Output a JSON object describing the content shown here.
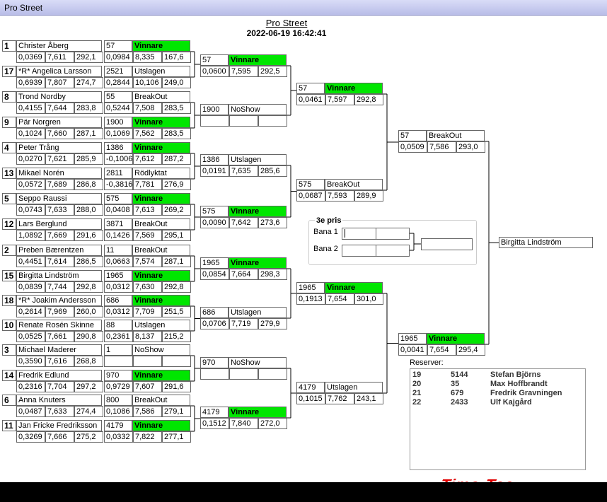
{
  "app_title": "Pro Street",
  "page": {
    "title": "Pro Street",
    "datetime": "2022-06-19 16:42:41"
  },
  "round1": [
    {
      "seed": "1",
      "name": "Christer Åberg",
      "stats": [
        "0,0369",
        "7,611",
        "292,1"
      ],
      "no": "57",
      "result": "Vinnare",
      "rstats": [
        "0,0984",
        "8,335",
        "167,6"
      ]
    },
    {
      "seed": "17",
      "name": "*R* Angelica Larsson",
      "stats": [
        "0,6939",
        "7,807",
        "274,7"
      ],
      "no": "2521",
      "result": "Utslagen",
      "rstats": [
        "0,2844",
        "10,106",
        "249,0"
      ]
    },
    {
      "seed": "8",
      "name": "Trond Nordby",
      "stats": [
        "0,4155",
        "7,644",
        "283,8"
      ],
      "no": "55",
      "result": "BreakOut",
      "rstats": [
        "0,5244",
        "7,508",
        "283,5"
      ]
    },
    {
      "seed": "9",
      "name": "Pär  Norgren",
      "stats": [
        "0,1024",
        "7,660",
        "287,1"
      ],
      "no": "1900",
      "result": "Vinnare",
      "rstats": [
        "0,1069",
        "7,562",
        "283,5"
      ]
    },
    {
      "seed": "4",
      "name": "Peter Trång",
      "stats": [
        "0,0270",
        "7,621",
        "285,9"
      ],
      "no": "1386",
      "result": "Vinnare",
      "rstats": [
        "-0,1006",
        "7,612",
        "287,2"
      ]
    },
    {
      "seed": "13",
      "name": "Mikael Norén",
      "stats": [
        "0,0572",
        "7,689",
        "286,8"
      ],
      "no": "2811",
      "result": "Rödlyktat",
      "rstats": [
        "-0,3816",
        "7,781",
        "276,9"
      ]
    },
    {
      "seed": "5",
      "name": "Seppo Raussi",
      "stats": [
        "0,0743",
        "7,633",
        "288,0"
      ],
      "no": "575",
      "result": "Vinnare",
      "rstats": [
        "0,0408",
        "7,613",
        "269,2"
      ]
    },
    {
      "seed": "12",
      "name": "Lars Berglund",
      "stats": [
        "1,0892",
        "7,669",
        "291,6"
      ],
      "no": "3871",
      "result": "BreakOut",
      "rstats": [
        "0,1426",
        "7,569",
        "295,1"
      ]
    },
    {
      "seed": "2",
      "name": "Preben Bærentzen",
      "stats": [
        "0,4451",
        "7,614",
        "286,5"
      ],
      "no": "11",
      "result": "BreakOut",
      "rstats": [
        "0,0663",
        "7,574",
        "287,1"
      ]
    },
    {
      "seed": "15",
      "name": "Birgitta Lindström",
      "stats": [
        "0,0839",
        "7,744",
        "292,8"
      ],
      "no": "1965",
      "result": "Vinnare",
      "rstats": [
        "0,0312",
        "7,630",
        "292,8"
      ]
    },
    {
      "seed": "18",
      "name": "*R* Joakim Andersson",
      "stats": [
        "0,2614",
        "7,969",
        "260,0"
      ],
      "no": "686",
      "result": "Vinnare",
      "rstats": [
        "0,0312",
        "7,709",
        "251,5"
      ]
    },
    {
      "seed": "10",
      "name": "Renate Rosén Skinne",
      "stats": [
        "0,0525",
        "7,661",
        "290,8"
      ],
      "no": "88",
      "result": "Utslagen",
      "rstats": [
        "0,2361",
        "8,137",
        "215,2"
      ]
    },
    {
      "seed": "3",
      "name": "Michael Maderer",
      "stats": [
        "0,3590",
        "7,616",
        "268,8"
      ],
      "no": "1",
      "result": "NoShow",
      "rstats": [
        "",
        "",
        ""
      ]
    },
    {
      "seed": "14",
      "name": "Fredrik Edlund",
      "stats": [
        "0,2316",
        "7,704",
        "297,2"
      ],
      "no": "970",
      "result": "Vinnare",
      "rstats": [
        "0,9729",
        "7,607",
        "291,6"
      ]
    },
    {
      "seed": "6",
      "name": "Anna Knuters",
      "stats": [
        "0,0487",
        "7,633",
        "274,4"
      ],
      "no": "800",
      "result": "BreakOut",
      "rstats": [
        "0,1086",
        "7,586",
        "279,1"
      ]
    },
    {
      "seed": "11",
      "name": "Jan Fricke Fredriksson",
      "stats": [
        "0,3269",
        "7,666",
        "275,2"
      ],
      "no": "4179",
      "result": "Vinnare",
      "rstats": [
        "0,0332",
        "7,822",
        "277,1"
      ]
    }
  ],
  "round2": [
    {
      "no": "57",
      "result": "Vinnare",
      "stats": [
        "0,0600",
        "7,595",
        "292,5"
      ]
    },
    {
      "no": "1900",
      "result": "NoShow",
      "stats": [
        "",
        "",
        ""
      ]
    },
    {
      "no": "1386",
      "result": "Utslagen",
      "stats": [
        "0,0191",
        "7,635",
        "285,6"
      ]
    },
    {
      "no": "575",
      "result": "Vinnare",
      "stats": [
        "0,0090",
        "7,642",
        "273,6"
      ]
    },
    {
      "no": "1965",
      "result": "Vinnare",
      "stats": [
        "0,0854",
        "7,664",
        "298,3"
      ]
    },
    {
      "no": "686",
      "result": "Utslagen",
      "stats": [
        "0,0706",
        "7,719",
        "279,9"
      ]
    },
    {
      "no": "970",
      "result": "NoShow",
      "stats": [
        "",
        "",
        ""
      ]
    },
    {
      "no": "4179",
      "result": "Vinnare",
      "stats": [
        "0,1512",
        "7,840",
        "272,0"
      ]
    }
  ],
  "round3": [
    {
      "no": "57",
      "result": "Vinnare",
      "stats": [
        "0,0461",
        "7,597",
        "292,8"
      ]
    },
    {
      "no": "575",
      "result": "BreakOut",
      "stats": [
        "0,0687",
        "7,593",
        "289,9"
      ]
    },
    {
      "no": "1965",
      "result": "Vinnare",
      "stats": [
        "0,1913",
        "7,654",
        "301,0"
      ]
    },
    {
      "no": "4179",
      "result": "Utslagen",
      "stats": [
        "0,1015",
        "7,762",
        "243,1"
      ]
    }
  ],
  "round4": [
    {
      "no": "57",
      "result": "BreakOut",
      "stats": [
        "0,0509",
        "7,586",
        "293,0"
      ]
    },
    {
      "no": "1965",
      "result": "Vinnare",
      "stats": [
        "0,0041",
        "7,654",
        "295,4"
      ]
    }
  ],
  "final": {
    "winner": "Birgitta Lindström"
  },
  "third_place": {
    "title": "3e pris",
    "lane1": "Bana 1",
    "lane2": "Bana 2"
  },
  "reserves": {
    "label": "Reserver:",
    "rows": [
      {
        "pos": "19",
        "no": "5144",
        "name": "Stefan Björns"
      },
      {
        "pos": "20",
        "no": "35",
        "name": "Max Hoffbrandt"
      },
      {
        "pos": "21",
        "no": "679",
        "name": "Fredrik Gravningen"
      },
      {
        "pos": "22",
        "no": "2433",
        "name": "Ulf Kajgård"
      }
    ]
  },
  "logo_text": "Time-Tec",
  "colors": {
    "winner_bg": "#00e600",
    "line": "#000000"
  }
}
